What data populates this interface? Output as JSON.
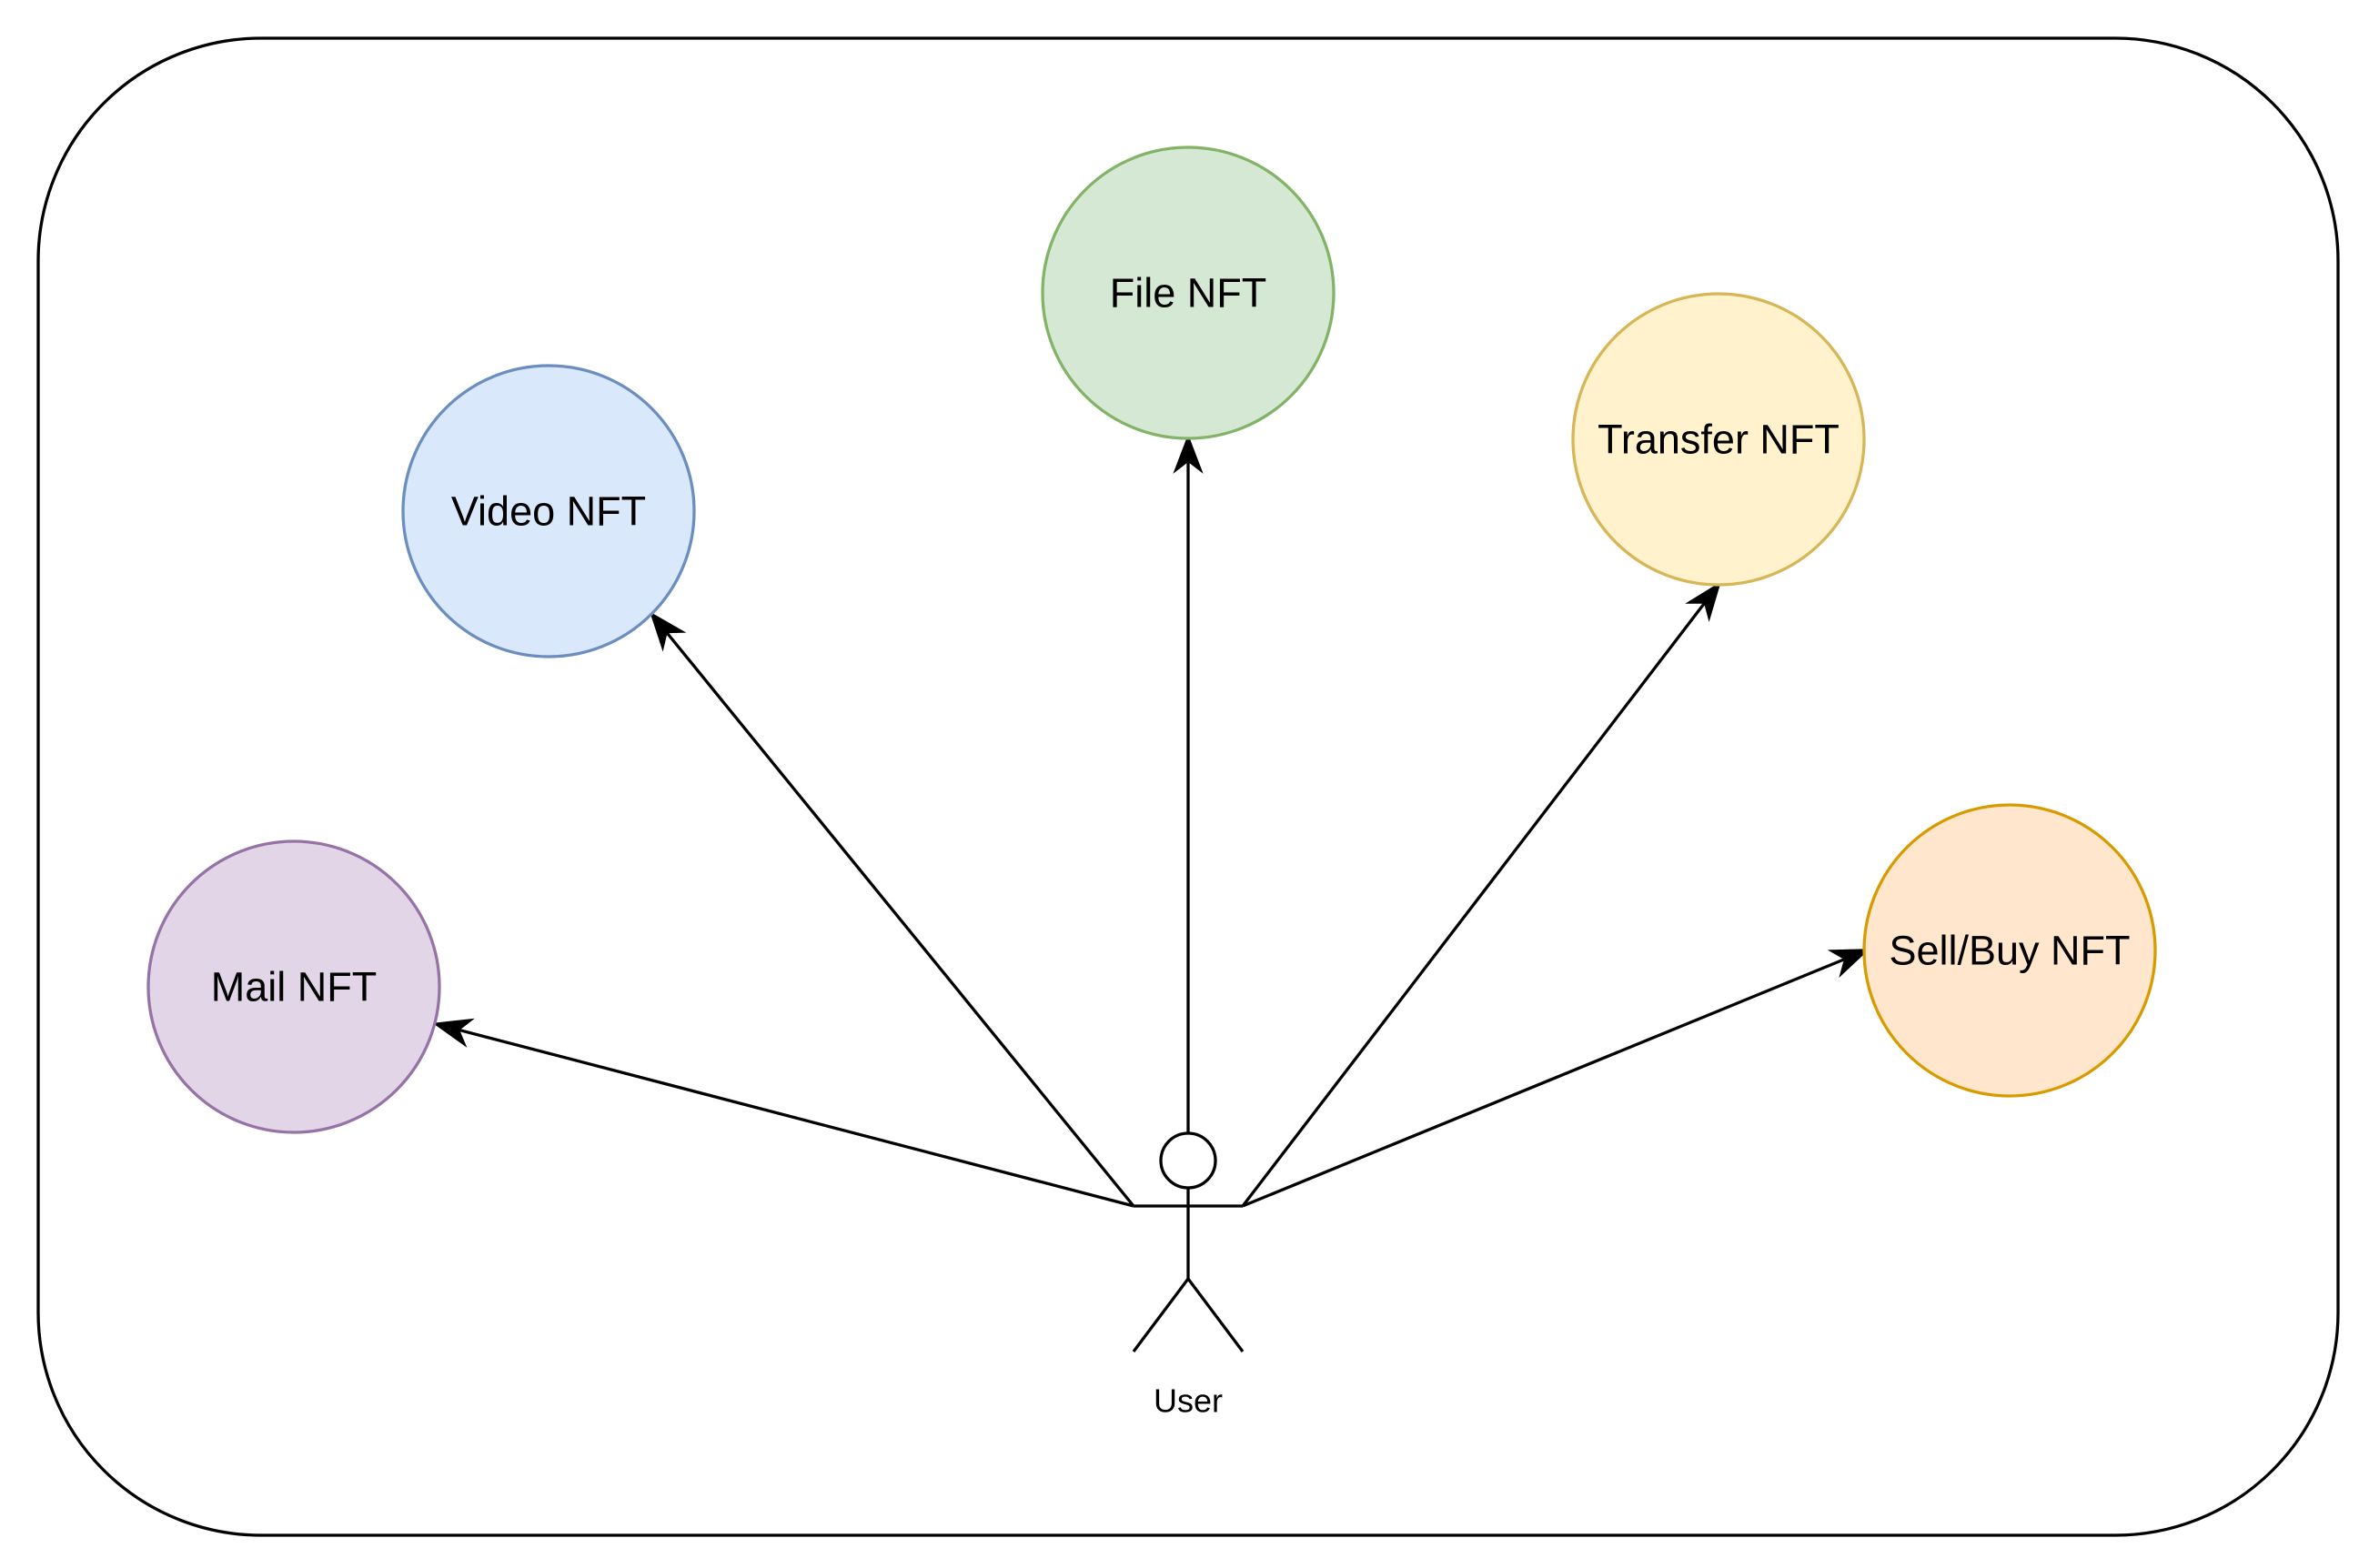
{
  "diagram": {
    "actor": {
      "label": "User"
    },
    "nodes": [
      {
        "id": "mail",
        "label": "Mail NFT",
        "fill": "#e1d5e7",
        "stroke": "#9673a6"
      },
      {
        "id": "video",
        "label": "Video NFT",
        "fill": "#dae8fc",
        "stroke": "#6c8ebf"
      },
      {
        "id": "file",
        "label": "File NFT",
        "fill": "#d5e8d4",
        "stroke": "#82b366"
      },
      {
        "id": "transfer",
        "label": "Transfer NFT",
        "fill": "#fff2cc",
        "stroke": "#d6b656"
      },
      {
        "id": "sellbuy",
        "label": "Sell/Buy NFT",
        "fill": "#ffe6cc",
        "stroke": "#d79b00"
      }
    ],
    "edges": [
      {
        "from": "User",
        "to": "mail"
      },
      {
        "from": "User",
        "to": "video"
      },
      {
        "from": "User",
        "to": "file"
      },
      {
        "from": "User",
        "to": "transfer"
      },
      {
        "from": "User",
        "to": "sellbuy"
      }
    ]
  }
}
